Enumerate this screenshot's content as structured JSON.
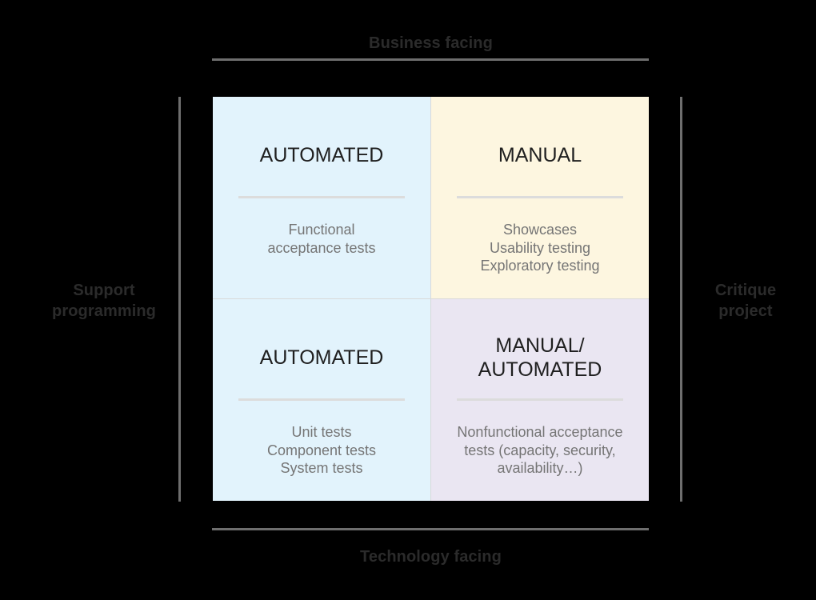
{
  "canvas": {
    "background": "#000000",
    "rule_color": "#6e6e6e",
    "divider_color": "#dcdcdc",
    "title_color": "#1f1f1f",
    "body_color": "#757575",
    "axis_label_color": "#2b2b2b"
  },
  "axes": {
    "top": "Business facing",
    "bottom": "Technology facing",
    "left": "Support\nprogramming",
    "right": "Critique\nproject"
  },
  "quadrants": [
    {
      "id": "top-left",
      "title": "AUTOMATED",
      "body": "Functional\nacceptance tests",
      "background": "#e2f3fc"
    },
    {
      "id": "top-right",
      "title": "MANUAL",
      "body": "Showcases\nUsability testing\nExploratory testing",
      "background": "#fdf6e0"
    },
    {
      "id": "bottom-left",
      "title": "AUTOMATED",
      "body": "Unit tests\nComponent tests\nSystem tests",
      "background": "#e2f3fc"
    },
    {
      "id": "bottom-right",
      "title": "MANUAL/\nAUTOMATED",
      "body": "Nonfunctional acceptance\ntests (capacity, security,\navailability…)",
      "background": "#eae6f2"
    }
  ]
}
